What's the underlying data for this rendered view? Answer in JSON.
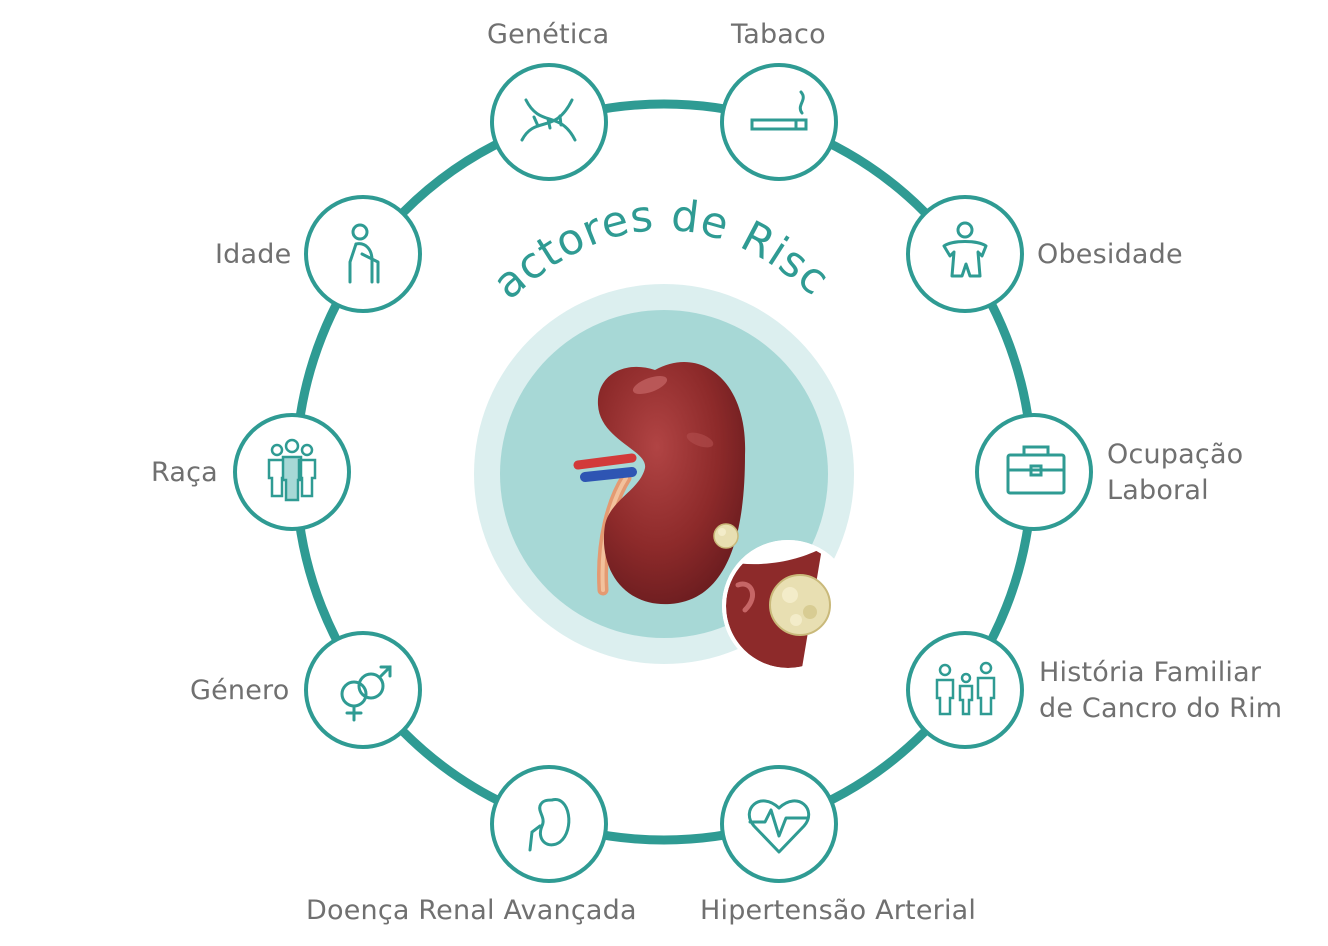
{
  "diagram": {
    "title": "Factores de Risco",
    "colors": {
      "teal": "#2f9b93",
      "teal_light": "#dcefef",
      "teal_mid": "#a7d8d6",
      "kidney": "#8d2a2a",
      "tumor": "#e8dfb2",
      "label_text": "#707070"
    },
    "factors": [
      {
        "label": "Genética",
        "icon": "dna-icon"
      },
      {
        "label": "Tabaco",
        "icon": "cigarette-icon"
      },
      {
        "label": "Obesidade",
        "icon": "obese-person-icon"
      },
      {
        "label_line1": "Ocupação",
        "label_line2": "Laboral",
        "icon": "briefcase-icon"
      },
      {
        "label_line1": "História Familiar",
        "label_line2": "de Cancro do Rim",
        "icon": "family-icon"
      },
      {
        "label": "Hipertensão Arterial",
        "icon": "heart-pulse-icon"
      },
      {
        "label": "Doença Renal Avançada",
        "icon": "kidney-icon"
      },
      {
        "label": "Género",
        "icon": "gender-symbols-icon"
      },
      {
        "label": "Raça",
        "icon": "people-group-icon"
      },
      {
        "label": "Idade",
        "icon": "elderly-person-icon"
      }
    ]
  }
}
